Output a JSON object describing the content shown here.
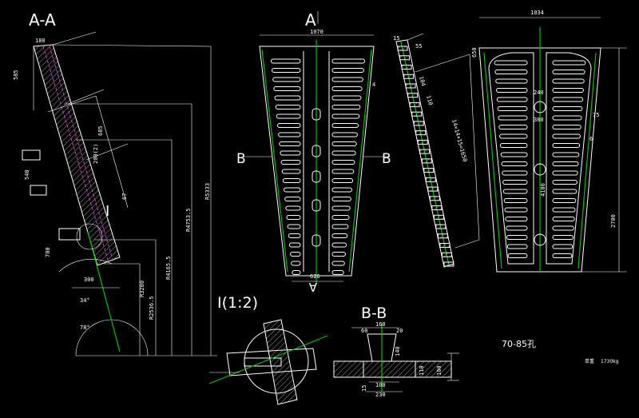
{
  "views": {
    "section_aa": "A-A",
    "top_view_label": "A",
    "detail_label": "I(1:2)",
    "section_bb": "B-B",
    "section_arrow_left": "B",
    "section_arrow_right": "B",
    "detail_marker": "I",
    "bottom_arrow": "A"
  },
  "notes": {
    "holes": "70-85孔",
    "weight_label": "单重",
    "weight_value": "1730kg"
  },
  "dims": {
    "d180": "180",
    "d585": "585",
    "d685": "685",
    "d200": "200(2)",
    "d540": "540",
    "d700": "700",
    "d300": "300",
    "d67": "67",
    "r5333": "R5333",
    "r4753": "R4753.5",
    "r4165": "R4165.5",
    "r3280": "R3280",
    "r2536": "R2536.5",
    "a34": "34°",
    "a78": "78°",
    "d1070": "1070",
    "d626": "626",
    "d4": "4",
    "d15": "15",
    "d55": "55",
    "d104": "104",
    "d110": "110",
    "dchain": "14×14×15=1650",
    "d1034": "1034",
    "d75": "75",
    "d6": "6",
    "d2700": "2700",
    "d240": "240",
    "d380": "380",
    "d4100": "4100",
    "d650": "650",
    "d160": "160",
    "d60": "60",
    "d20": "20",
    "d140": "140",
    "d100": "100",
    "d230": "230",
    "d110b": "110",
    "d100b": "100",
    "d15b": "15"
  }
}
